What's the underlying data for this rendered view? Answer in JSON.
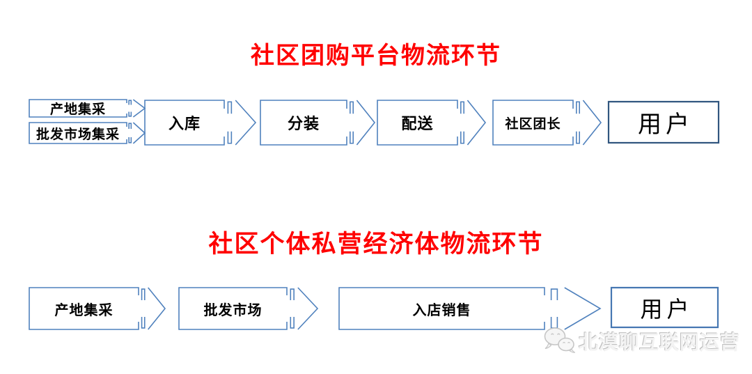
{
  "diagram": {
    "section1": {
      "title": "社区团购平台物流环节",
      "sources": [
        "产地集采",
        "批发市场集采"
      ],
      "steps": [
        "入库",
        "分装",
        "配送",
        "社区团长",
        "用户"
      ]
    },
    "section2": {
      "title": "社区个体私营经济体物流环节",
      "steps": [
        "产地集采",
        "批发市场",
        "入店销售",
        "用户"
      ]
    }
  },
  "watermark": {
    "icon": "wechat-icon",
    "text": "北漠聊互联网运营"
  },
  "colors": {
    "title_red": "#ff0000",
    "shape_border": "#4f81bd",
    "user_box_border_section1": "#31567f",
    "user_box_border_section2": "#4677b2",
    "label_text": "#000000",
    "watermark_gray": "#c6c6c6",
    "background": "#ffffff"
  }
}
